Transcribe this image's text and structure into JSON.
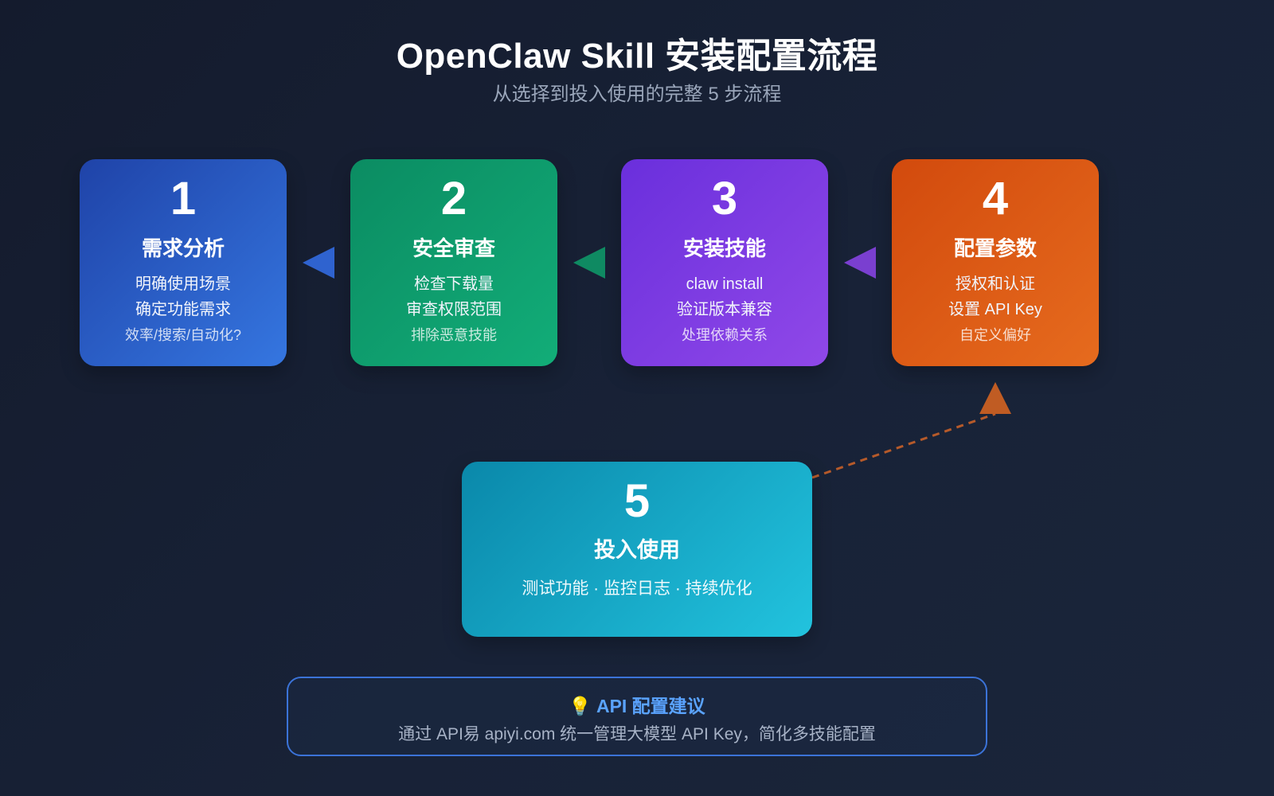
{
  "title": "OpenClaw Skill 安装配置流程",
  "subtitle": "从选择到投入使用的完整 5 步流程",
  "steps": [
    {
      "number": "1",
      "name": "需求分析",
      "line1": "明确使用场景",
      "line2": "确定功能需求",
      "line3": "效率/搜索/自动化?",
      "color": "#2c5fcf"
    },
    {
      "number": "2",
      "name": "安全审查",
      "line1": "检查下载量",
      "line2": "审查权限范围",
      "line3": "排除恶意技能",
      "color": "#0f9d6d"
    },
    {
      "number": "3",
      "name": "安装技能",
      "line1": "claw install",
      "line2": "验证版本兼容",
      "line3": "处理依赖关系",
      "color": "#7c3de4"
    },
    {
      "number": "4",
      "name": "配置参数",
      "line1": "授权和认证",
      "line2": "设置 API Key",
      "line3": "自定义偏好",
      "color": "#dd5c16"
    }
  ],
  "step5": {
    "number": "5",
    "name": "投入使用",
    "desc": "测试功能 · 监控日志 · 持续优化",
    "color": "#16a7c4"
  },
  "tip": {
    "icon": "lightbulb-icon",
    "title": "API 配置建议",
    "text": "通过 API易 apiyi.com 统一管理大模型 API Key，简化多技能配置"
  }
}
